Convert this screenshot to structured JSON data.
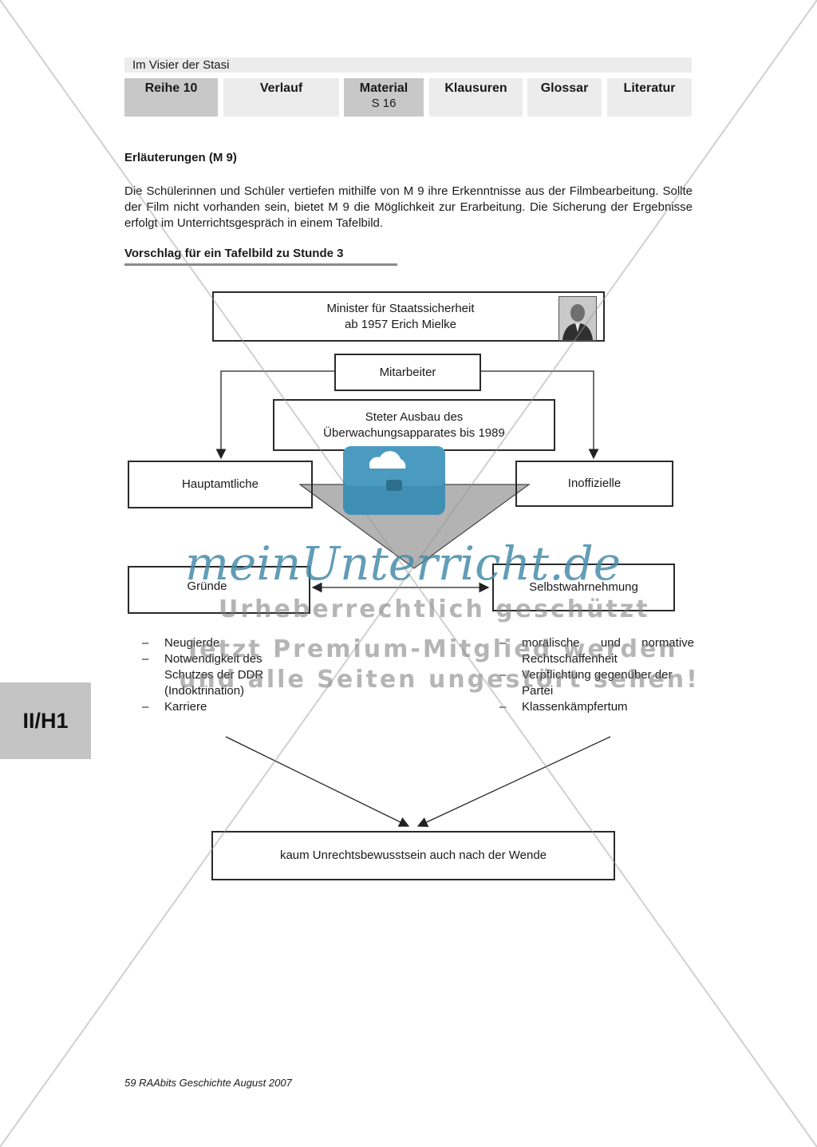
{
  "header": {
    "title": "Im Visier der Stasi",
    "tabs": [
      {
        "label": "Reihe 10",
        "sub": ""
      },
      {
        "label": "Verlauf",
        "sub": ""
      },
      {
        "label": "Material",
        "sub": "S 16"
      },
      {
        "label": "Klausuren",
        "sub": ""
      },
      {
        "label": "Glossar",
        "sub": ""
      },
      {
        "label": "Literatur",
        "sub": ""
      }
    ]
  },
  "side_tab": "II/H1",
  "content": {
    "heading": "Erläuterungen (M 9)",
    "paragraph": "Die Schülerinnen und Schüler vertiefen mithilfe von M 9 ihre Erkenntnisse aus der Filmbearbeitung. Sollte der Film nicht vorhanden sein, bietet M 9 die Möglichkeit zur Erarbeitung. Die Sicherung der Ergebnisse erfolgt im Unterrichtsgespräch in einem Tafelbild.",
    "subheading": "Vorschlag für ein Tafelbild zu Stunde 3"
  },
  "diagram": {
    "minister_line1": "Minister für Staatssicherheit",
    "minister_line2": "ab 1957 Erich Mielke",
    "mitarbeiter": "Mitarbeiter",
    "ausbau_line1": "Steter Ausbau des",
    "ausbau_line2": "Überwachungsapparates bis 1989",
    "hauptamtliche": "Hauptamtliche",
    "inoffizielle": "Inoffizielle",
    "gruende": "Gründe",
    "selbstwahrnehmung": "Selbstwahrnehmung",
    "gruende_list": [
      "Neugierde",
      "Notwendigkeit des Schutzes der DDR (Indoktrination)",
      "Karriere"
    ],
    "selbst_list": [
      "moralische und normative Rechtschaffenheit",
      "Verpflichtung gegenüber der Partei",
      "Klassenkämpfertum"
    ],
    "result": "kaum Unrechtsbewusstsein auch nach der Wende"
  },
  "watermark": {
    "logo": "meinUnterricht.de",
    "line1": "Urheberrechtlich geschützt",
    "line2": "Jetzt Premium-Mitglied werden",
    "line3": "und alle Seiten ungestört sehen!"
  },
  "footer": "59 RAAbits Geschichte August 2007"
}
